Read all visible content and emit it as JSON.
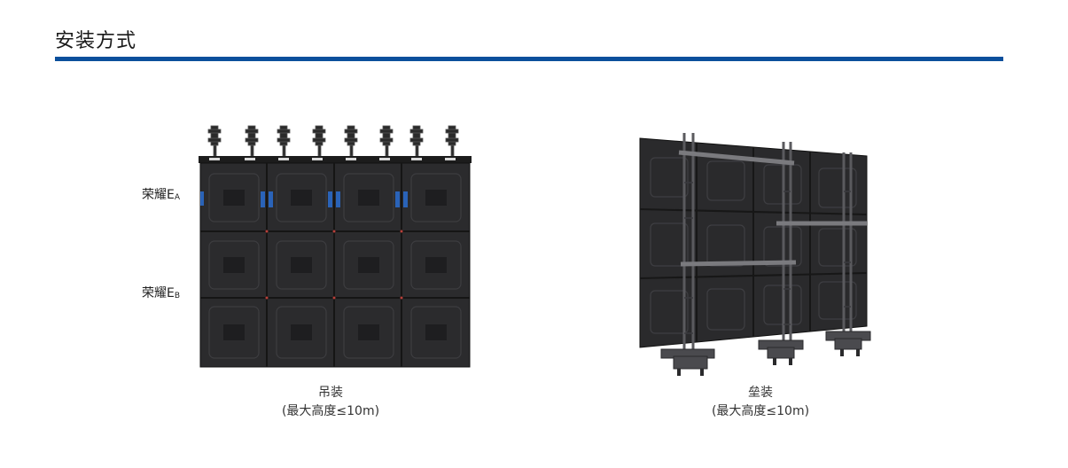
{
  "section": {
    "title": "安装方式",
    "accent_color": "#0b4f9c"
  },
  "figures": [
    {
      "caption_line1": "吊装",
      "caption_line2": "(最大高度≤10m)",
      "labels": [
        {
          "main": "荣耀E",
          "sub": "A"
        },
        {
          "main": "荣耀E",
          "sub": "B"
        }
      ]
    },
    {
      "caption_line1": "垒装",
      "caption_line2": "(最大高度≤10m)"
    }
  ]
}
